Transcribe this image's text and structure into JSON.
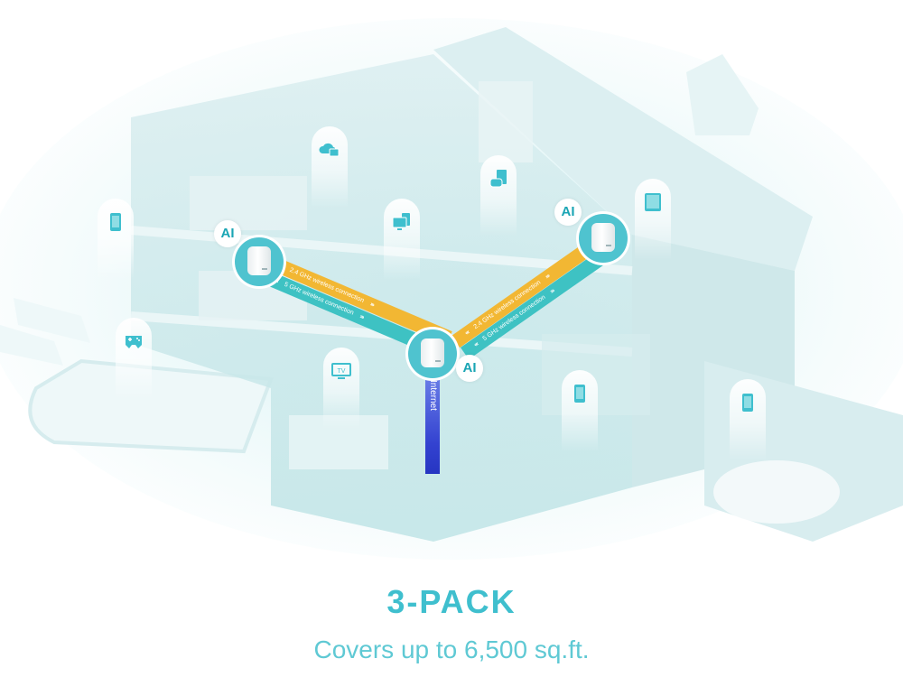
{
  "diagram": {
    "title": "3-PACK",
    "subtitle": "Covers up to 6,500 sq.ft.",
    "colors": {
      "accent": "#3fbfce",
      "band_24ghz": "#f2b733",
      "band_5ghz": "#3ec2c3",
      "internet": "#3342d0",
      "router_ring": "#4fc3cf"
    },
    "nodes": [
      {
        "id": "router-left",
        "badge": "AI"
      },
      {
        "id": "router-center",
        "badge": "AI"
      },
      {
        "id": "router-right",
        "badge": "AI"
      }
    ],
    "links": [
      {
        "from": "router-left",
        "to": "router-center",
        "band_24": "2.4 GHz wireless connection",
        "band_5": "5 GHz wireless connection"
      },
      {
        "from": "router-center",
        "to": "router-right",
        "band_24": "2.4 GHz wireless connection",
        "band_5": "5 GHz wireless connection"
      }
    ],
    "internet_label": "Internet",
    "arrows_left": "‹‹‹",
    "arrows_right": "›››",
    "devices": [
      {
        "icon": "smartphone-icon"
      },
      {
        "icon": "cloud-storage-icon"
      },
      {
        "icon": "computer-monitor-icon"
      },
      {
        "icon": "game-console-icon"
      },
      {
        "icon": "tablet-icon"
      },
      {
        "icon": "gamepad-icon"
      },
      {
        "icon": "tv-icon",
        "label": "TV"
      },
      {
        "icon": "smartphone-icon"
      },
      {
        "icon": "smartphone-icon"
      }
    ]
  }
}
